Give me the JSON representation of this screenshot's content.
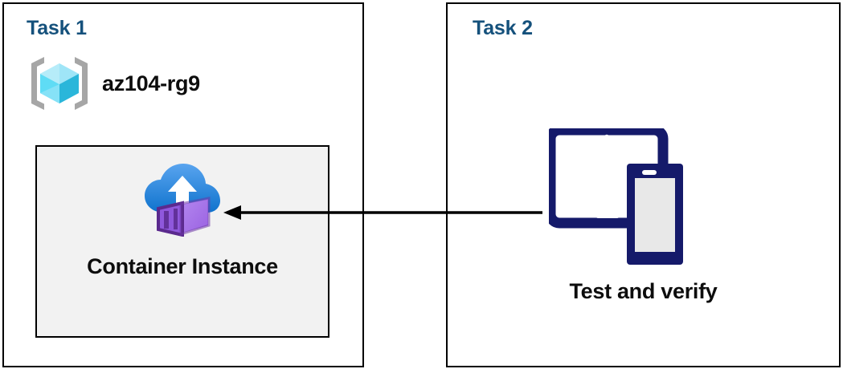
{
  "panels": [
    {
      "id": "task1",
      "title": "Task 1",
      "resource_group": {
        "label": "az104-rg9",
        "icon": "azure-resource-group-icon"
      },
      "resource_box": {
        "label": "Container Instance",
        "icon": "azure-container-instance-icon",
        "fill_color": "#f2f2f2",
        "border_color": "#000000"
      }
    },
    {
      "id": "task2",
      "title": "Task 2",
      "device": {
        "label": "Test and verify",
        "icon": "tablet-and-phone-icon"
      }
    }
  ],
  "connector": {
    "name": "flow-arrow",
    "direction": "right-to-left",
    "from": "Test and verify",
    "to": "Container Instance",
    "color": "#000000"
  },
  "colors": {
    "title_blue": "#15517c",
    "panel_border": "#000000",
    "box_fill": "#f2f2f2",
    "device_navy": "#151a6a",
    "device_screen": "#e8e8e8",
    "cube_cyan_light": "#9fe5f7",
    "cube_cyan_mid": "#35cdf0",
    "cube_cyan_dark": "#27b3d6",
    "bracket_gray": "#a6a6a6",
    "cloud_blue_top": "#4f9ae8",
    "cloud_blue_bottom": "#1577cf",
    "container_purple": "#a572e8",
    "container_purple_dark": "#5b2a8e",
    "text_black": "#0d0d0d"
  }
}
